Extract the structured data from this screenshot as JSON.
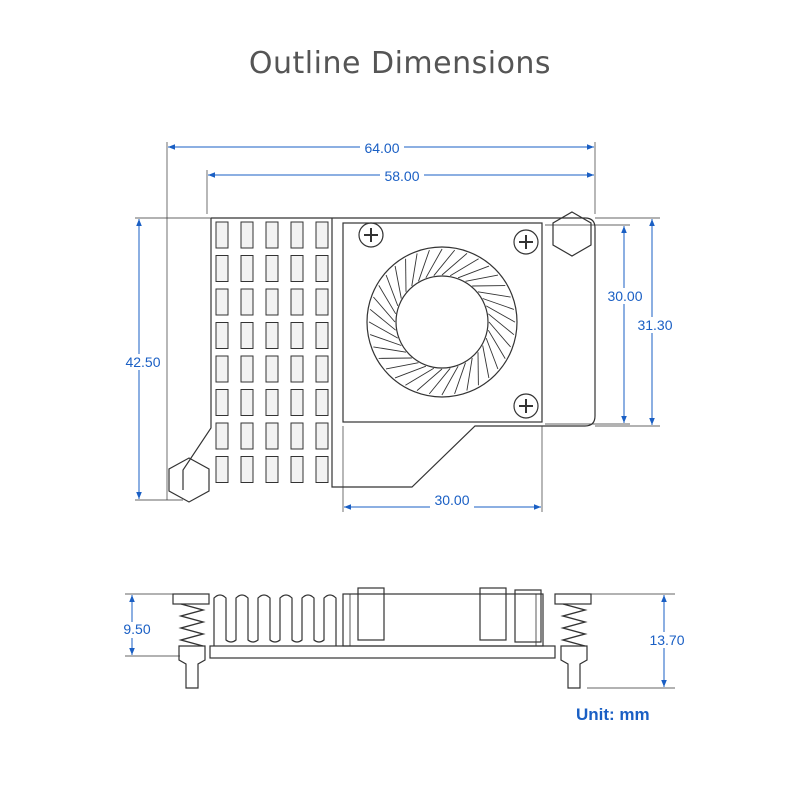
{
  "title": "Outline Dimensions",
  "top_view": {
    "dimensions": {
      "overall_width": "64.00",
      "inner_width": "58.00",
      "overall_height": "42.50",
      "fan_height": "30.00",
      "body_height": "31.30",
      "fan_width": "30.00"
    }
  },
  "side_view": {
    "dimensions": {
      "spring_height": "9.50",
      "total_height": "13.70"
    }
  },
  "unit_label": "Unit:  mm",
  "colors": {
    "dimension": "#1a5fc4",
    "outline": "#333333",
    "title": "#555555"
  }
}
